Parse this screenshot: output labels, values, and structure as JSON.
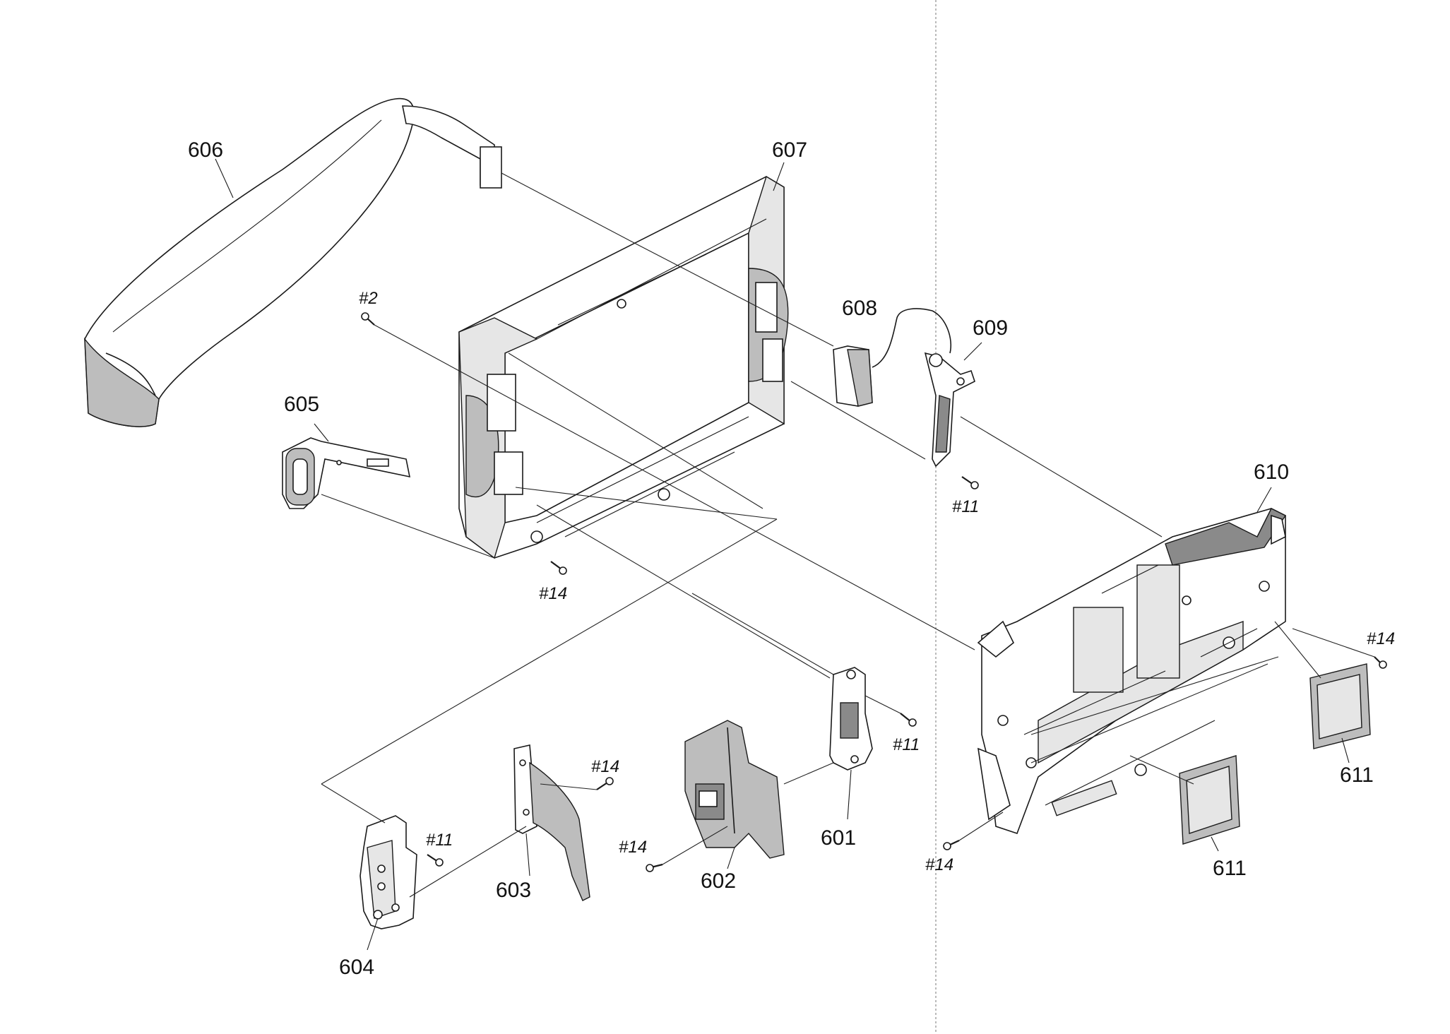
{
  "diagram": {
    "part_labels": {
      "p601": "601",
      "p602": "602",
      "p603": "603",
      "p604": "604",
      "p605": "605",
      "p606": "606",
      "p607": "607",
      "p608": "608",
      "p609": "609",
      "p610": "610",
      "p611a": "611",
      "p611b": "611"
    },
    "screw_labels": {
      "s2": "#2",
      "s11_609": "#11",
      "s14_frame": "#14",
      "s11_601": "#11",
      "s14_603": "#14",
      "s11_604": "#11",
      "s14_602": "#14",
      "s14_chassis": "#14",
      "s14_right": "#14"
    }
  }
}
